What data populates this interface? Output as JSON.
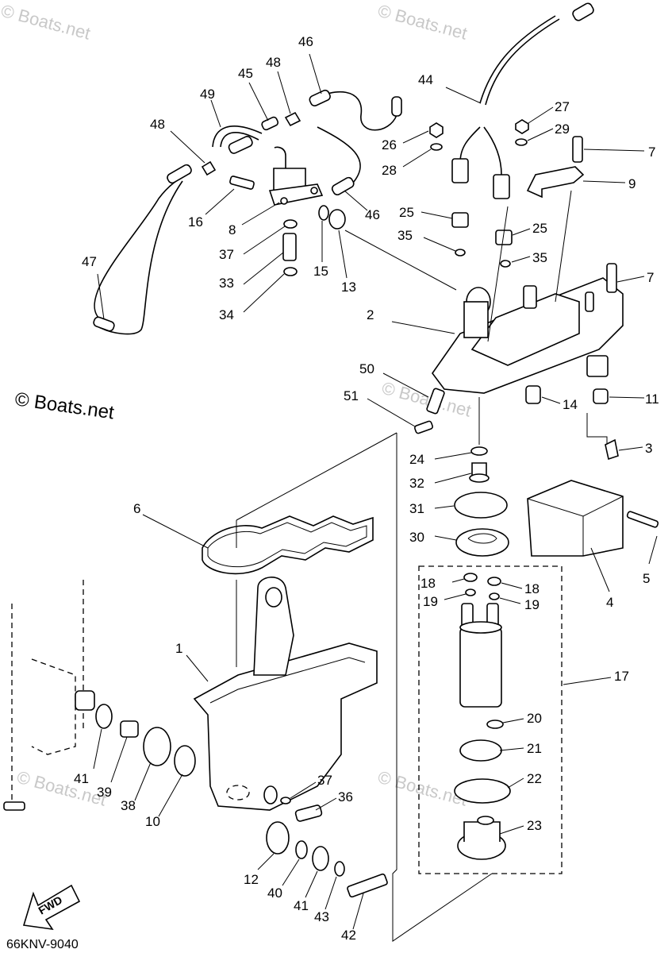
{
  "watermark": "© Boats.net",
  "copyright": "© Boats.net",
  "diagram_code": "66KNV-9040",
  "direction_arrow": "FWD",
  "callouts": {
    "c1": "1",
    "c2": "2",
    "c3": "3",
    "c4": "4",
    "c5": "5",
    "c6": "6",
    "c7a": "7",
    "c7b": "7",
    "c8": "8",
    "c9": "9",
    "c10": "10",
    "c11": "11",
    "c12": "12",
    "c13": "13",
    "c14": "14",
    "c15": "15",
    "c16": "16",
    "c17": "17",
    "c18a": "18",
    "c18b": "18",
    "c19a": "19",
    "c19b": "19",
    "c20": "20",
    "c21": "21",
    "c22": "22",
    "c23": "23",
    "c24": "24",
    "c25a": "25",
    "c25b": "25",
    "c26": "26",
    "c27": "27",
    "c28": "28",
    "c29": "29",
    "c30": "30",
    "c31": "31",
    "c32": "32",
    "c33": "33",
    "c34": "34",
    "c35a": "35",
    "c35b": "35",
    "c36": "36",
    "c37a": "37",
    "c37b": "37",
    "c38": "38",
    "c39": "39",
    "c40": "40",
    "c41a": "41",
    "c41b": "41",
    "c42": "42",
    "c43": "43",
    "c44": "44",
    "c45": "45",
    "c46a": "46",
    "c46b": "46",
    "c47": "47",
    "c48a": "48",
    "c48b": "48",
    "c49": "49",
    "c50": "50",
    "c51": "51"
  }
}
